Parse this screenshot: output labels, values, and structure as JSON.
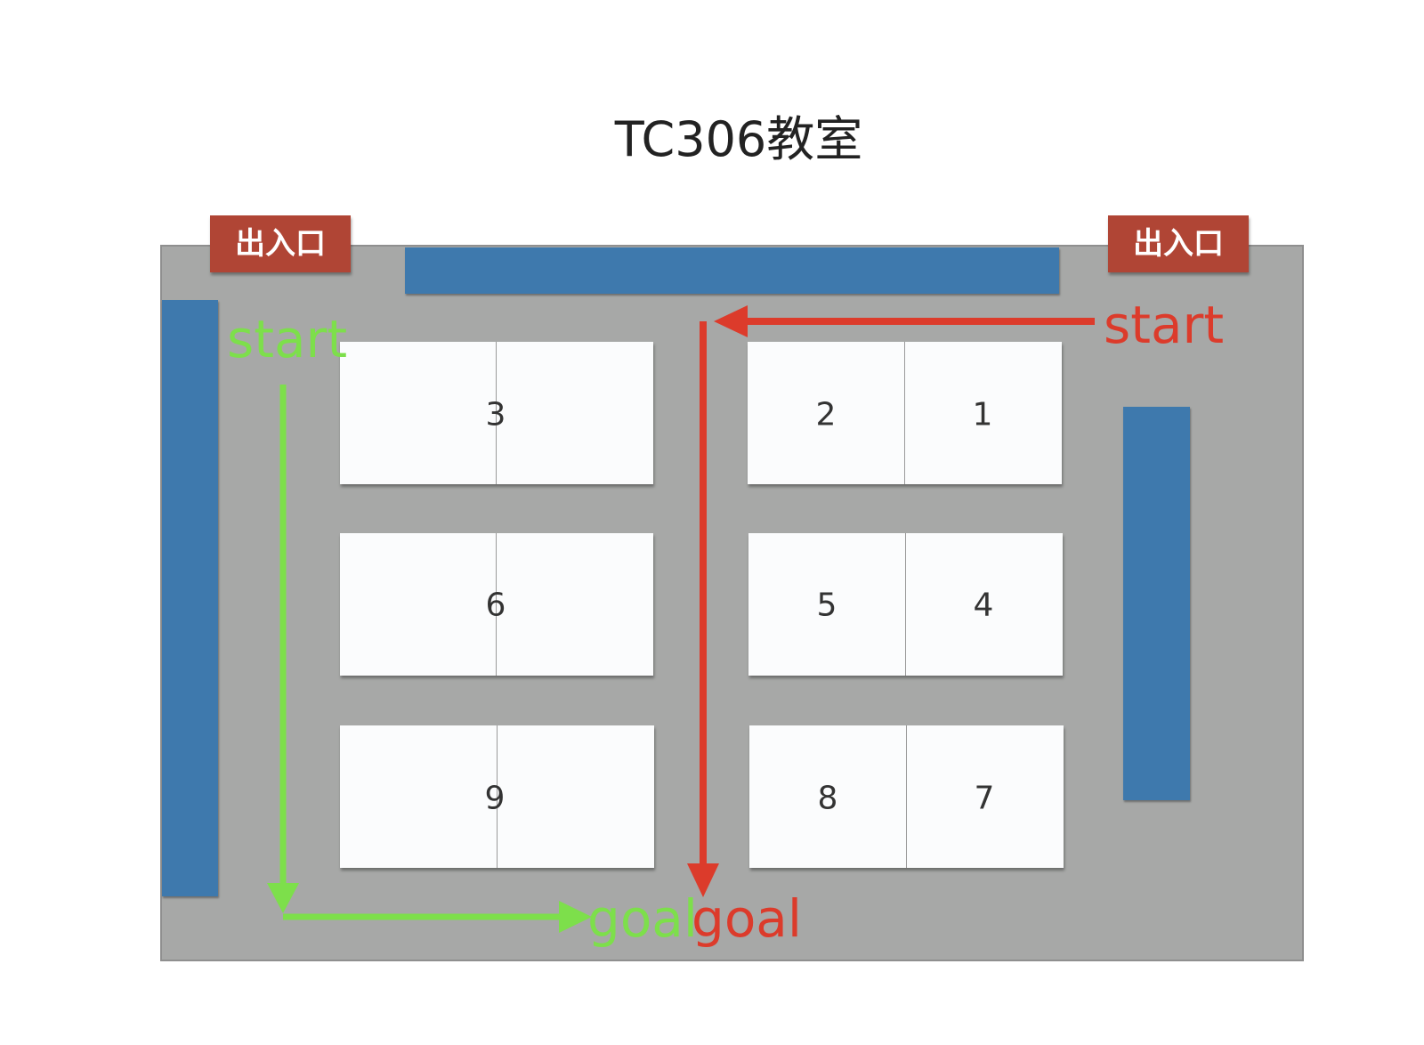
{
  "title": "TC306教室",
  "exits": [
    "出入口",
    "出入口"
  ],
  "tables": [
    {
      "label": "3"
    },
    {
      "label": "2"
    },
    {
      "label": "1"
    },
    {
      "label": "6"
    },
    {
      "label": "5"
    },
    {
      "label": "4"
    },
    {
      "label": "9"
    },
    {
      "label": "8"
    },
    {
      "label": "7"
    }
  ],
  "routes": {
    "green": {
      "start_label": "start",
      "goal_label": "goal",
      "color": "#7ddf4b"
    },
    "red": {
      "start_label": "start",
      "goal_label": "goal",
      "color": "#dc3b2b"
    }
  },
  "colors": {
    "floor": "#a7a8a7",
    "board": "#3e79ad",
    "exit": "#b04535",
    "table": "#fbfcfd"
  }
}
